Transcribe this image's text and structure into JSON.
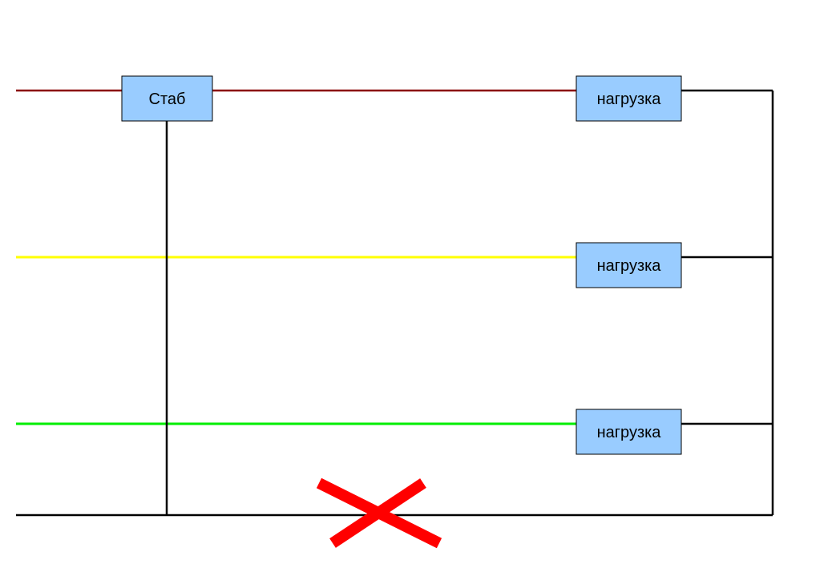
{
  "colors": {
    "phase_1_wire": "#8b0000",
    "phase_2_wire": "#ffff00",
    "phase_3_wire": "#00ee00",
    "neutral_wire": "#000000",
    "box_fill": "#99ccff",
    "box_stroke": "#000000",
    "cross_mark": "#ff0000"
  },
  "stabilizer": {
    "label": "Стаб"
  },
  "loads": [
    {
      "label": "нагрузка"
    },
    {
      "label": "нагрузка"
    },
    {
      "label": "нагрузка"
    }
  ],
  "cross_mark": {
    "icon": "red-x-cross",
    "meaning": "broken neutral"
  }
}
